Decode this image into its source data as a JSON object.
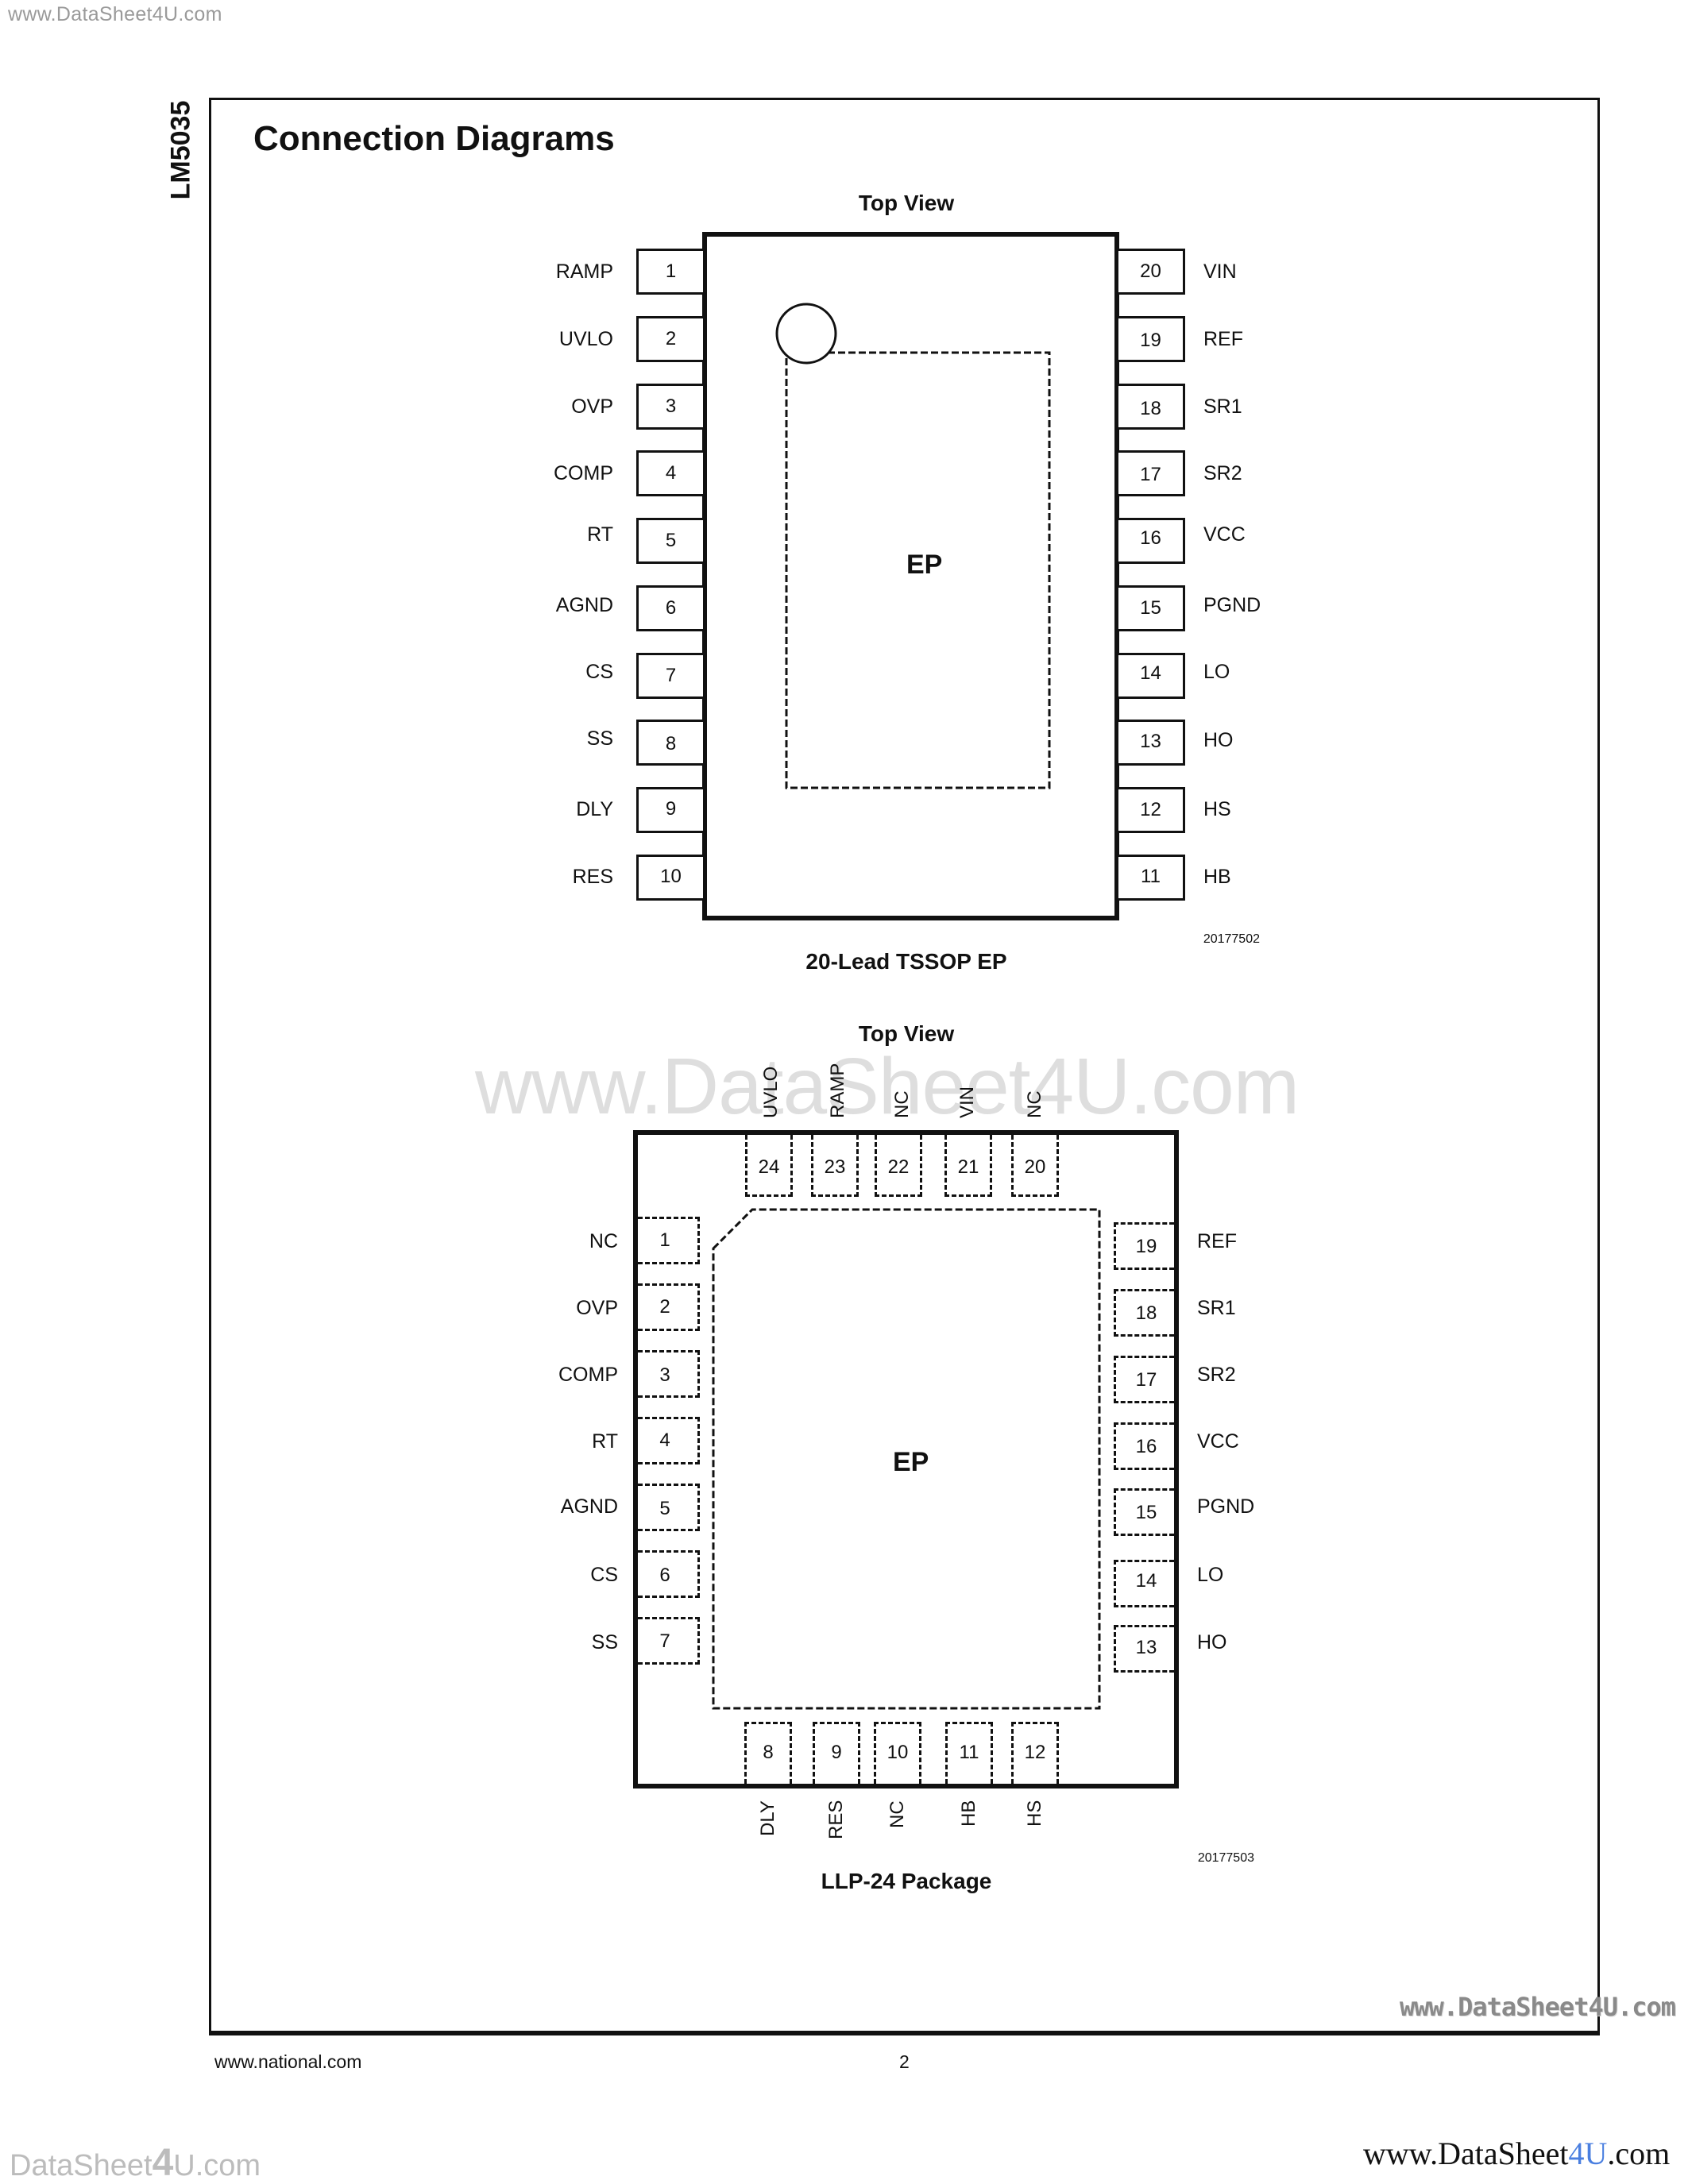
{
  "watermarks": {
    "top_left": "www.DataSheet4U.com",
    "center": "www.DataSheet4U.com",
    "embossed": "www.DataSheet4U.com",
    "bottom_left_pre": "DataSheet",
    "bottom_left_four": "4",
    "bottom_left_post": "U.com",
    "bottom_right_pre": "www.DataSheet",
    "bottom_right_accent": "4U",
    "bottom_right_post": ".com",
    "accent_color": "#4a7fe0"
  },
  "page": {
    "part_number": "LM5035",
    "section_title": "Connection Diagrams",
    "footer_url": "www.national.com",
    "page_number": "2"
  },
  "tssop": {
    "view_label": "Top View",
    "package_name": "20-Lead TSSOP EP",
    "figure_id": "20177502",
    "exposed_pad_label": "EP",
    "left_pins": [
      {
        "num": "1",
        "name": "RAMP"
      },
      {
        "num": "2",
        "name": "UVLO"
      },
      {
        "num": "3",
        "name": "OVP"
      },
      {
        "num": "4",
        "name": "COMP"
      },
      {
        "num": "5",
        "name": "RT"
      },
      {
        "num": "6",
        "name": "AGND"
      },
      {
        "num": "7",
        "name": "CS"
      },
      {
        "num": "8",
        "name": "SS"
      },
      {
        "num": "9",
        "name": "DLY"
      },
      {
        "num": "10",
        "name": "RES"
      }
    ],
    "right_pins": [
      {
        "num": "20",
        "name": "VIN"
      },
      {
        "num": "19",
        "name": "REF"
      },
      {
        "num": "18",
        "name": "SR1"
      },
      {
        "num": "17",
        "name": "SR2"
      },
      {
        "num": "16",
        "name": "VCC"
      },
      {
        "num": "15",
        "name": "PGND"
      },
      {
        "num": "14",
        "name": "LO"
      },
      {
        "num": "13",
        "name": "HO"
      },
      {
        "num": "12",
        "name": "HS"
      },
      {
        "num": "11",
        "name": "HB"
      }
    ]
  },
  "llp": {
    "view_label": "Top View",
    "package_name": "LLP-24 Package",
    "figure_id": "20177503",
    "exposed_pad_label": "EP",
    "top_pins": [
      {
        "num": "24",
        "name": "UVLO"
      },
      {
        "num": "23",
        "name": "RAMP"
      },
      {
        "num": "22",
        "name": "NC"
      },
      {
        "num": "21",
        "name": "VIN"
      },
      {
        "num": "20",
        "name": "NC"
      }
    ],
    "left_pins": [
      {
        "num": "1",
        "name": "NC"
      },
      {
        "num": "2",
        "name": "OVP"
      },
      {
        "num": "3",
        "name": "COMP"
      },
      {
        "num": "4",
        "name": "RT"
      },
      {
        "num": "5",
        "name": "AGND"
      },
      {
        "num": "6",
        "name": "CS"
      },
      {
        "num": "7",
        "name": "SS"
      }
    ],
    "right_pins": [
      {
        "num": "19",
        "name": "REF"
      },
      {
        "num": "18",
        "name": "SR1"
      },
      {
        "num": "17",
        "name": "SR2"
      },
      {
        "num": "16",
        "name": "VCC"
      },
      {
        "num": "15",
        "name": "PGND"
      },
      {
        "num": "14",
        "name": "LO"
      },
      {
        "num": "13",
        "name": "HO"
      }
    ],
    "bottom_pins": [
      {
        "num": "8",
        "name": "DLY"
      },
      {
        "num": "9",
        "name": "RES"
      },
      {
        "num": "10",
        "name": "NC"
      },
      {
        "num": "11",
        "name": "HB"
      },
      {
        "num": "12",
        "name": "HS"
      }
    ]
  }
}
